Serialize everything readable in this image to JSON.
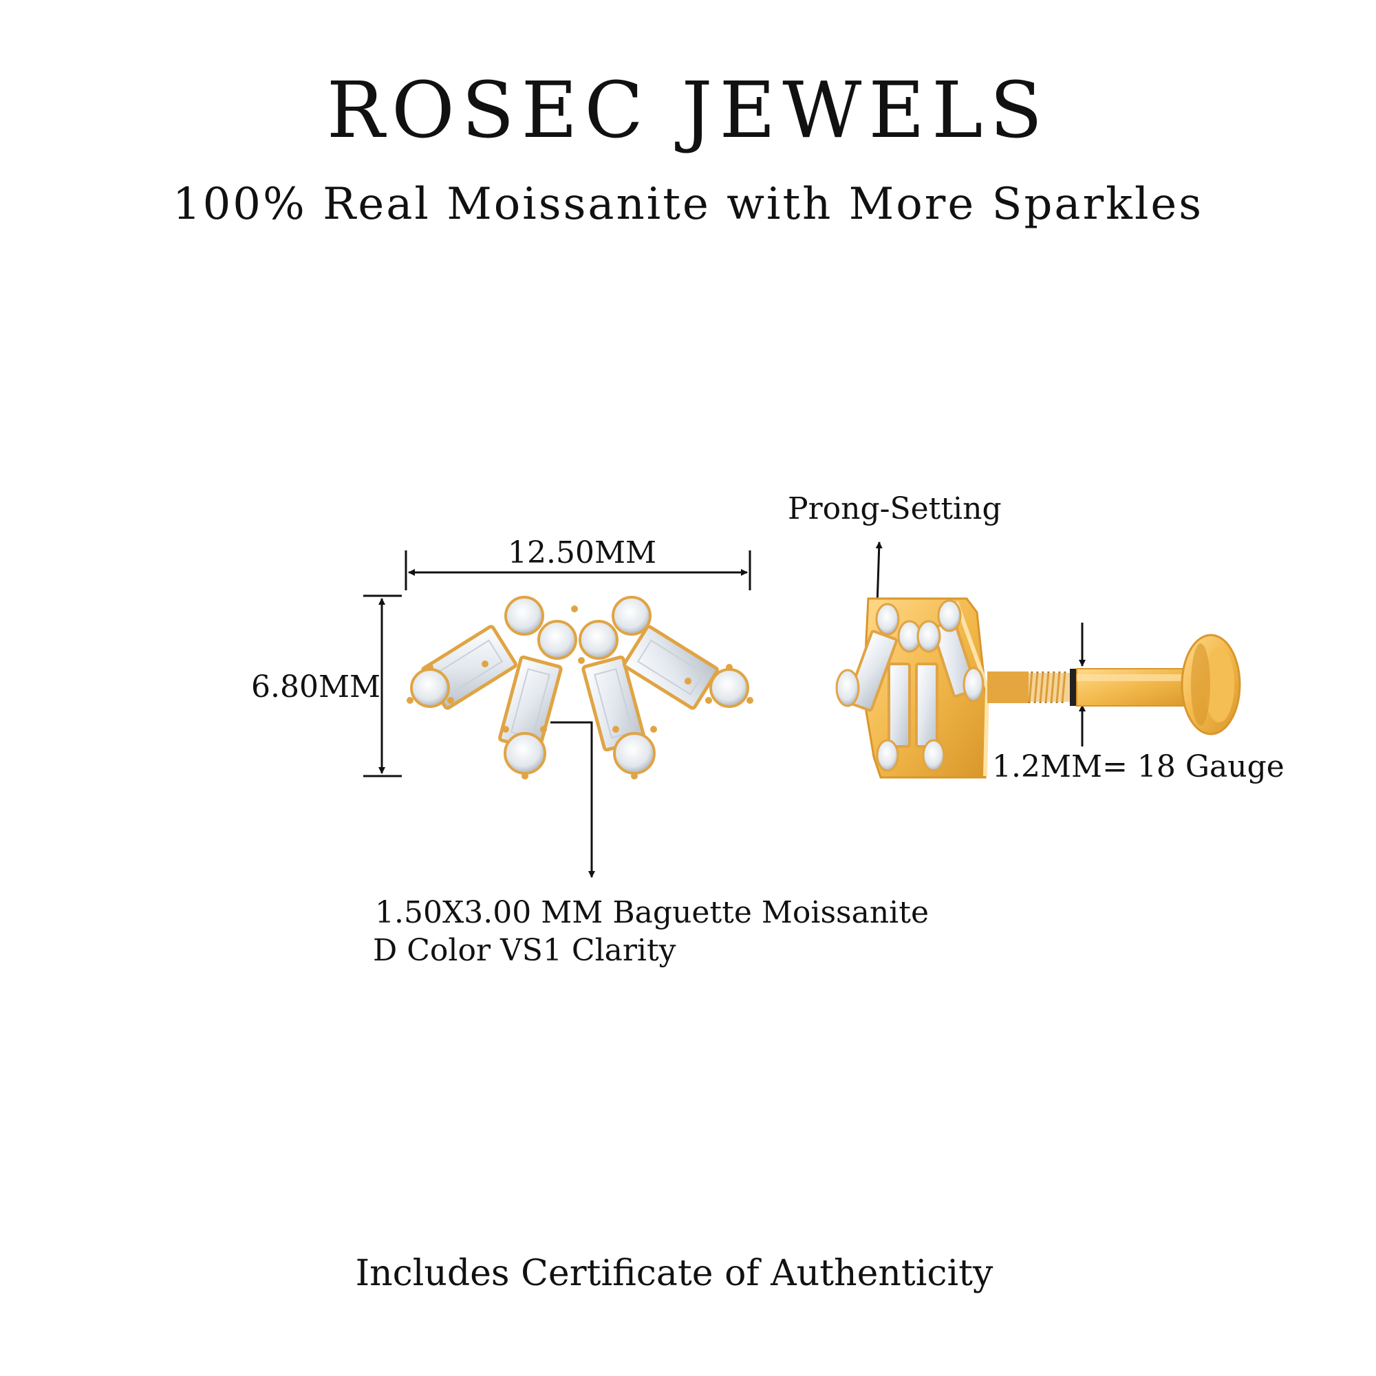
{
  "header": {
    "brand": "ROSEC JEWELS",
    "tagline": "100% Real Moissanite with More Sparkles"
  },
  "dimensions": {
    "width_label": "12.50MM",
    "height_label": "6.80MM",
    "prong_label": "Prong-Setting",
    "gauge_label": "1.2MM= 18 Gauge",
    "stone_line_1": "1.50X3.00 MM Baguette Moissanite",
    "stone_line_2": "D Color VS1 Clarity"
  },
  "footer": {
    "certificate": "Includes Certificate of Authenticity"
  },
  "colors": {
    "gold": "#F2B84B",
    "gold_dark": "#D9962A",
    "gold_light": "#FFD98A",
    "stone": "#EEF1F4",
    "stone_shade": "#BFC6CE",
    "ink": "#111111"
  }
}
